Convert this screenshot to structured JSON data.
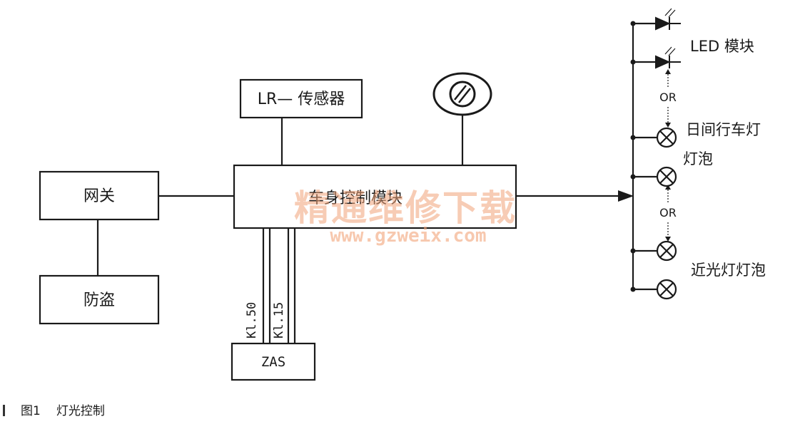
{
  "nodes": {
    "gateway": "网关",
    "anti_theft": "防盗",
    "lr_sensor": "LR— 传感器",
    "body_module": "车身控制模块",
    "zas": "ZAS",
    "kl50": "Kl.50",
    "kl15": "Kl.15",
    "led_module": "LED 模块",
    "or_top": "OR",
    "drl_line1": "日间行车灯",
    "drl_line2": "灯泡",
    "or_bottom": "OR",
    "low_beam": "近光灯灯泡"
  },
  "watermark": {
    "line1": "精通维修下载",
    "line2": "www.gzweix.com"
  },
  "caption": {
    "figure_number": "图1",
    "title": "灯光控制"
  },
  "colors": {
    "line": "#1a1a1a",
    "watermark": "#f2a47a"
  }
}
